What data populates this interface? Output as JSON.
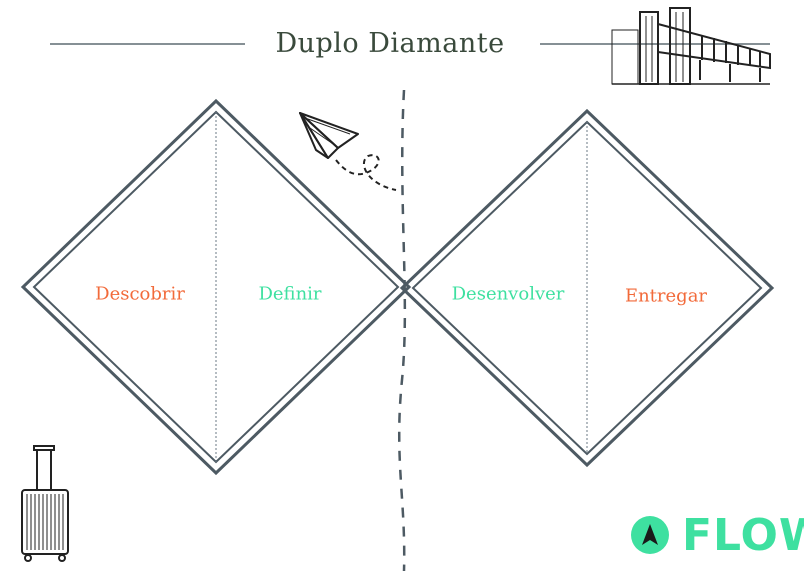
{
  "title": "Duplo Diamante",
  "phases": [
    {
      "label": "Descobrir",
      "color": "#f26a3a"
    },
    {
      "label": "Definir",
      "color": "#3ee0a0"
    },
    {
      "label": "Desenvolver",
      "color": "#3ee0a0"
    },
    {
      "label": "Entregar",
      "color": "#f26a3a"
    }
  ],
  "brand": {
    "text": "FLOW",
    "color": "#3ee0a0",
    "icon": "navigation-arrow-icon"
  },
  "colors": {
    "diamond_stroke": "#4d5a63",
    "title": "#3a4a3c",
    "divider": "#5f6b72",
    "sketch": "#222222"
  },
  "decorations": [
    "building-sketch-icon",
    "paper-plane-icon",
    "suitcase-icon"
  ]
}
